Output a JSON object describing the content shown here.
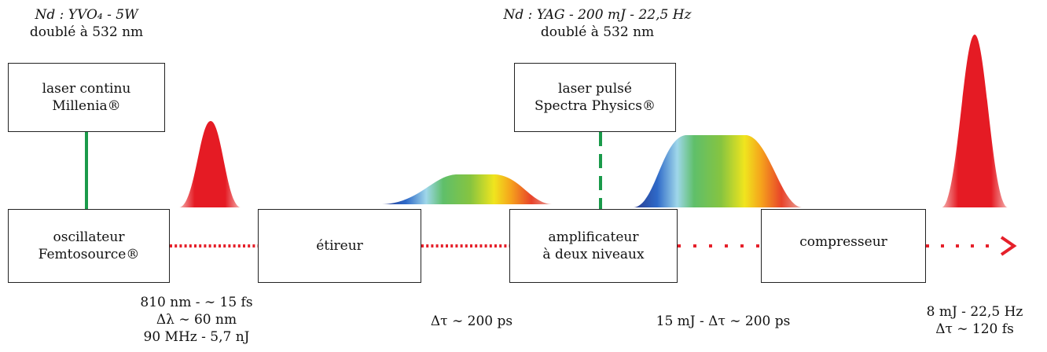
{
  "top_labels": {
    "cw_pump": {
      "line1": "Nd : YVO₄ - 5W",
      "line2": "doublé à 532 nm"
    },
    "pulsed_pump": {
      "line1": "Nd : YAG - 200 mJ - 22,5 Hz",
      "line2": "doublé à 532 nm"
    }
  },
  "boxes": {
    "cw_laser": {
      "line1": "laser continu",
      "line2": "Millenia®"
    },
    "pulsed_laser": {
      "line1": "laser pulsé",
      "line2": "Spectra Physics®"
    },
    "oscillator": {
      "line1": "oscillateur",
      "line2": "Femtosource®"
    },
    "stretcher": {
      "line1": "étireur"
    },
    "amplifier": {
      "line1": "amplificateur",
      "line2": "à deux niveaux"
    },
    "compressor": {
      "line1": "compresseur"
    }
  },
  "bottom_labels": {
    "oscillator_out": {
      "line1": "810 nm - ∼ 15 fs",
      "line2": "Δλ ∼ 60 nm",
      "line3": "90 MHz - 5,7 nJ"
    },
    "stretcher_out": {
      "line1": "Δτ ∼ 200 ps"
    },
    "amplifier_out": {
      "line1": "15 mJ - Δτ ∼ 200 ps"
    },
    "compressor_out": {
      "line1": "8 mJ - 22,5 Hz",
      "line2": "Δτ ∼ 120 fs"
    }
  },
  "colors": {
    "pump_line": "#1a9a4a",
    "beam_dots": "#e5202a",
    "pulse_red": "#e51b24",
    "box_border": "#222222"
  }
}
